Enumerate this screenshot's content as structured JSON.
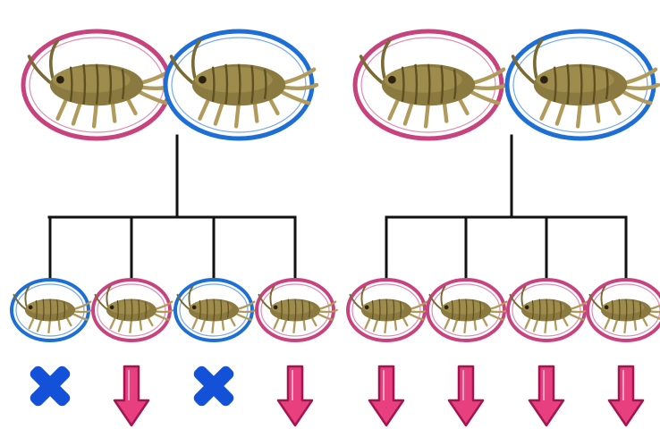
{
  "colors": {
    "female_ring": "#c8437e",
    "male_ring": "#1d6fd6",
    "line": "#111111",
    "cross": "#1451d9",
    "arrow_fill": "#e8407e",
    "arrow_outline": "#a31550",
    "animal_body": "#8a7a3f",
    "animal_shade": "#5e4f22",
    "animal_leg": "#b09a5c"
  },
  "icons": {
    "organism": "amphipod-icon",
    "removed": "cross-icon",
    "kept": "down-arrow-icon"
  },
  "families": [
    {
      "parents": [
        "female",
        "male"
      ],
      "offspring": [
        {
          "sex": "male",
          "outcome": "removed"
        },
        {
          "sex": "female",
          "outcome": "kept"
        },
        {
          "sex": "male",
          "outcome": "removed"
        },
        {
          "sex": "female",
          "outcome": "kept"
        }
      ]
    },
    {
      "parents": [
        "female",
        "male"
      ],
      "offspring": [
        {
          "sex": "female",
          "outcome": "kept"
        },
        {
          "sex": "female",
          "outcome": "kept"
        },
        {
          "sex": "female",
          "outcome": "kept"
        },
        {
          "sex": "female",
          "outcome": "kept"
        }
      ]
    }
  ]
}
